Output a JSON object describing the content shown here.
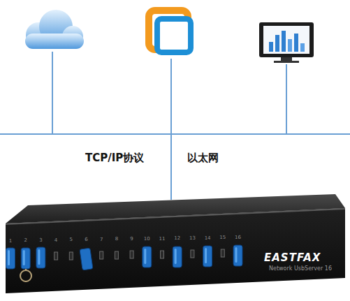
{
  "diagram": {
    "nodes": [
      {
        "text": [
          "EASTFAX",
          "Network UsbServer 16"
        ]
      }
    ],
    "labels": [
      "TCP/IP协议",
      "以太网",
      "1",
      "2",
      "3",
      "4",
      "5",
      "6",
      "7",
      "8",
      "9",
      "10",
      "11",
      "12",
      "13",
      "14",
      "15",
      "16"
    ]
  }
}
